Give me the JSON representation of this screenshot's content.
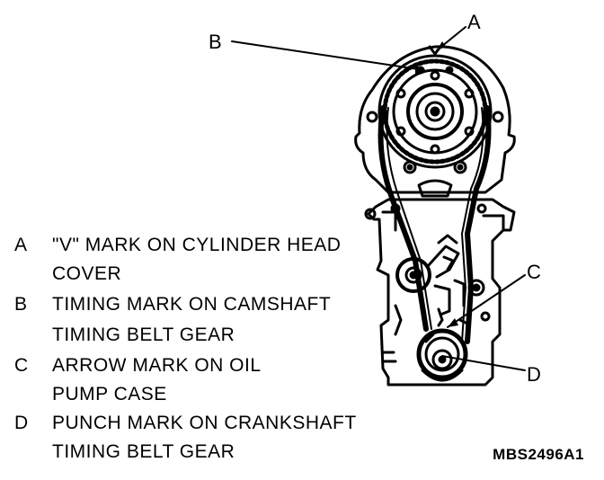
{
  "callouts": {
    "a": "A",
    "b": "B",
    "c": "C",
    "d": "D"
  },
  "legend": [
    {
      "letter": "A",
      "lines": [
        "\"V\" MARK ON CYLINDER HEAD",
        "COVER"
      ]
    },
    {
      "letter": "B",
      "lines": [
        "TIMING MARK ON CAMSHAFT",
        "TIMING BELT GEAR"
      ]
    },
    {
      "letter": "C",
      "lines": [
        "ARROW MARK ON OIL",
        "PUMP CASE"
      ]
    },
    {
      "letter": "D",
      "lines": [
        "PUNCH MARK ON CRANKSHAFT",
        "TIMING BELT GEAR"
      ]
    }
  ],
  "figure_code": "MBS2496A1"
}
